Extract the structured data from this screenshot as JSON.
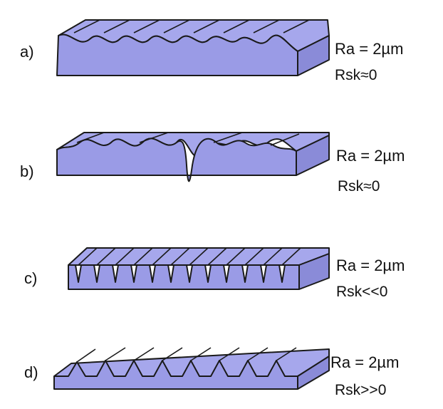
{
  "colors": {
    "fill": "#9a9be6",
    "fill_dark": "#7f80cc",
    "fill_side": "#8a8bd8",
    "stroke": "#1a1a1a"
  },
  "panels": [
    {
      "letter": "a)",
      "ra": "Ra = 2µm",
      "rsk": "Rsk≈0"
    },
    {
      "letter": "b)",
      "ra": "Ra = 2µm",
      "rsk": "Rsk≈0"
    },
    {
      "letter": "c)",
      "ra": "Ra = 2µm",
      "rsk": "Rsk<<0"
    },
    {
      "letter": "d)",
      "ra": "Ra = 2µm",
      "rsk": "Rsk>>0"
    }
  ]
}
